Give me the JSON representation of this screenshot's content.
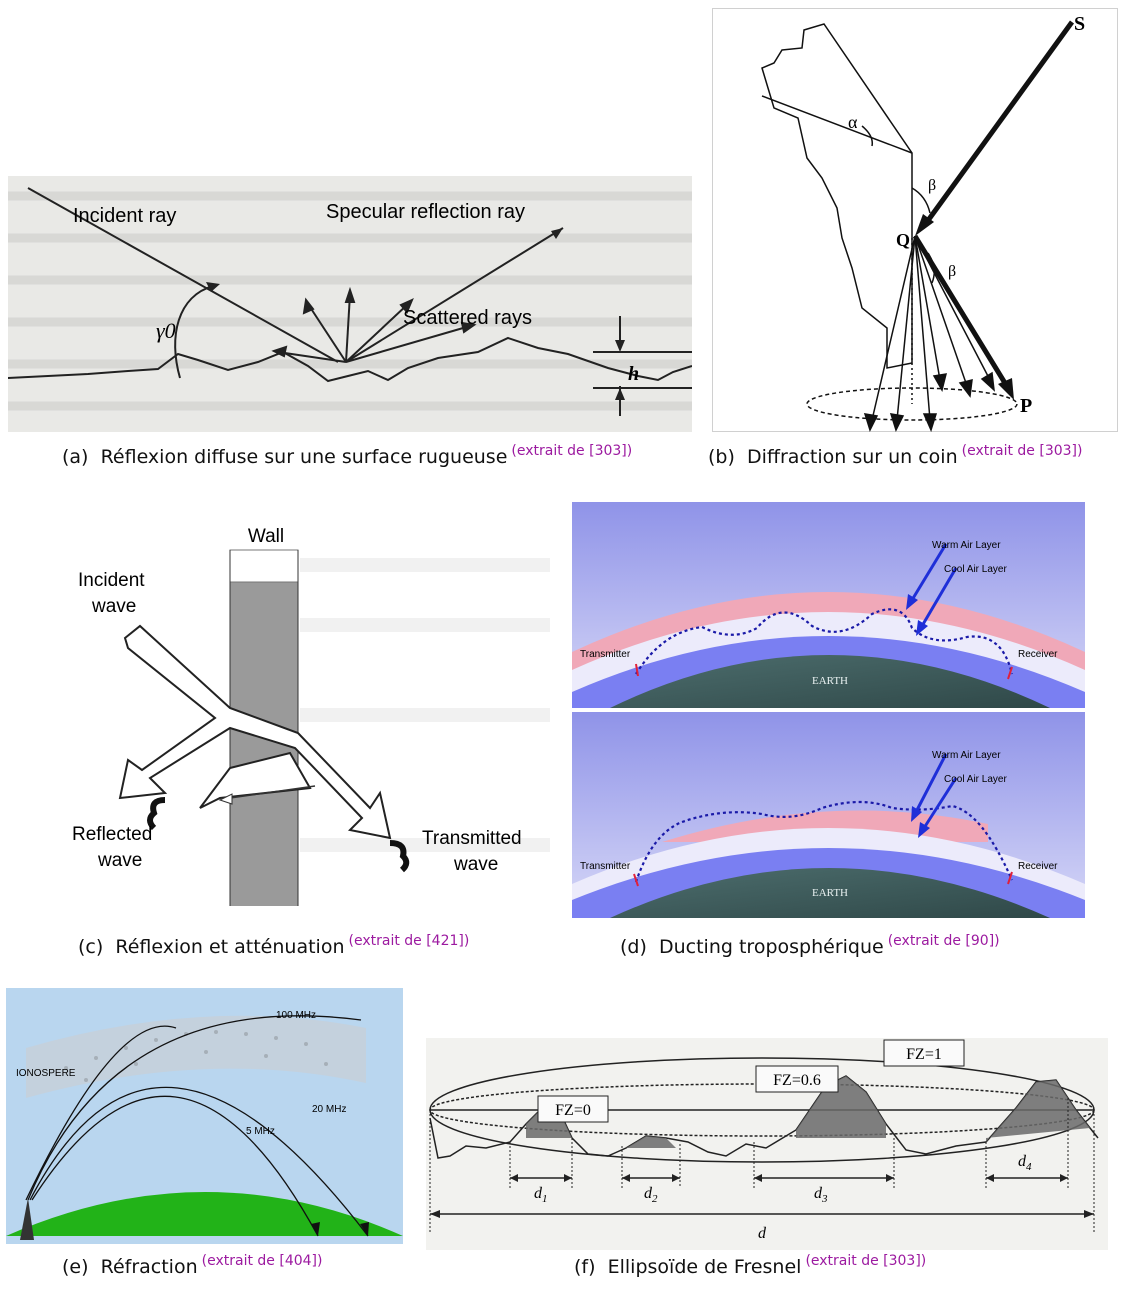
{
  "figures": [
    {
      "id": "a",
      "letter": "(a)",
      "caption": "Réflexion diffuse sur une surface rugueuse",
      "source": "(extrait de [303])",
      "labels": {
        "incident": "Incident ray",
        "specular": "Specular reflection ray",
        "scattered": "Scattered rays",
        "gamma": "γ0",
        "h": "h"
      }
    },
    {
      "id": "b",
      "letter": "(b)",
      "caption": "Diffraction sur un coin",
      "source": "(extrait de [303])",
      "labels": {
        "S": "S",
        "Q": "Q",
        "P": "P",
        "alpha": "α",
        "beta1": "β",
        "beta2": "β"
      }
    },
    {
      "id": "c",
      "letter": "(c)",
      "caption": "Réflexion et atténuation",
      "source": "(extrait de [421])",
      "labels": {
        "wall": "Wall",
        "incident1": "Incident",
        "incident2": "wave",
        "reflected1": "Reflected",
        "reflected2": "wave",
        "transmitted1": "Transmitted",
        "transmitted2": "wave"
      }
    },
    {
      "id": "d",
      "letter": "(d)",
      "caption": "Ducting troposphérique",
      "source": "(extrait de [90])",
      "labels": {
        "warm": "Warm Air Layer",
        "cool": "Cool Air Layer",
        "transmitter": "Transmitter",
        "receiver": "Receiver",
        "earth": "EARTH"
      }
    },
    {
      "id": "e",
      "letter": "(e)",
      "caption": "Réfraction",
      "source": "(extrait de [404])",
      "labels": {
        "ionosphere": "IONOSPERE",
        "f100": "100 MHz",
        "f20": "20 MHz",
        "f5": "5 MHz"
      }
    },
    {
      "id": "f",
      "letter": "(f)",
      "caption": "Ellipsoïde de Fresnel",
      "source": "(extrait de [303])",
      "labels": {
        "fz1": "FZ=1",
        "fz06": "FZ=0.6",
        "fz0": "FZ=0",
        "d1": "d",
        "d1s": "1",
        "d2": "d",
        "d2s": "2",
        "d3": "d",
        "d3s": "3",
        "d4": "d",
        "d4s": "4",
        "d": "d"
      }
    }
  ],
  "colors": {
    "source": "#9c1aa0",
    "sky": "#b9d6ef",
    "ground": "#22b318",
    "earth": "#3d5a5a"
  }
}
